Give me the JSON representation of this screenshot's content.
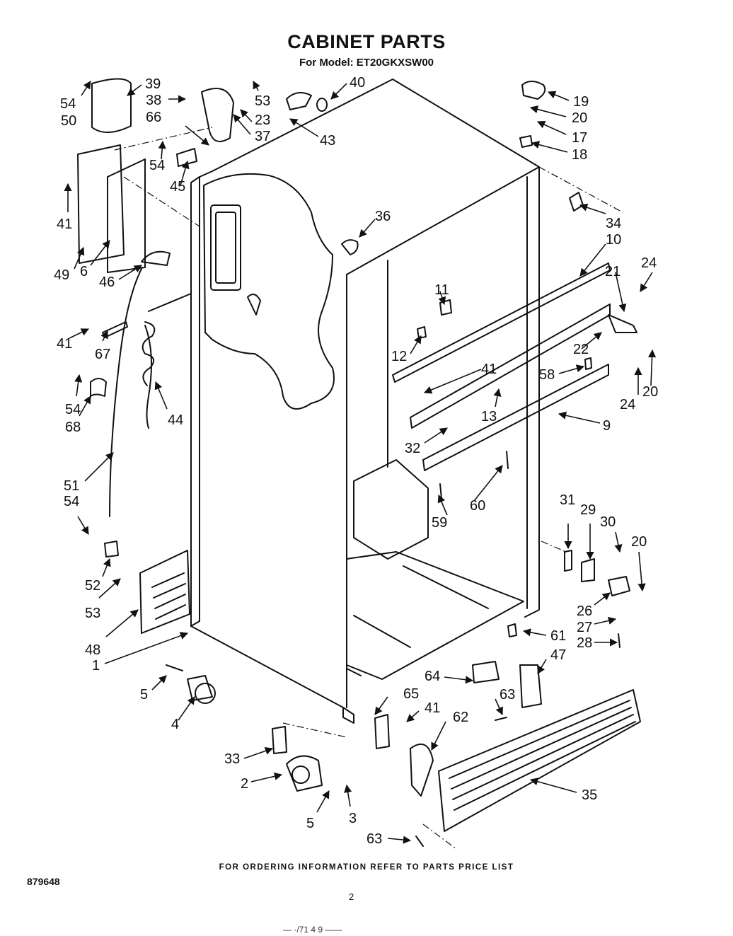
{
  "title": "CABINET PARTS",
  "subtitle": "For Model: ET20GKXSW00",
  "footer_note": "FOR ORDERING INFORMATION REFER TO PARTS PRICE LIST",
  "document_number": "879648",
  "page_number": "2",
  "scan_mark": "— ·/71 4  9  ——",
  "callouts": [
    {
      "id": "c54a",
      "label": "54"
    },
    {
      "id": "c39",
      "label": "39"
    },
    {
      "id": "c38",
      "label": "38"
    },
    {
      "id": "c40",
      "label": "40"
    },
    {
      "id": "c50",
      "label": "50"
    },
    {
      "id": "c66",
      "label": "66"
    },
    {
      "id": "c53a",
      "label": "53"
    },
    {
      "id": "c23",
      "label": "23"
    },
    {
      "id": "c37",
      "label": "37"
    },
    {
      "id": "c43",
      "label": "43"
    },
    {
      "id": "c19",
      "label": "19"
    },
    {
      "id": "c20a",
      "label": "20"
    },
    {
      "id": "c17",
      "label": "17"
    },
    {
      "id": "c18",
      "label": "18"
    },
    {
      "id": "c54b",
      "label": "54"
    },
    {
      "id": "c45",
      "label": "45"
    },
    {
      "id": "c41a",
      "label": "41"
    },
    {
      "id": "c34",
      "label": "34"
    },
    {
      "id": "c36",
      "label": "36"
    },
    {
      "id": "c10",
      "label": "10"
    },
    {
      "id": "c49",
      "label": "49"
    },
    {
      "id": "c6",
      "label": "6"
    },
    {
      "id": "c46",
      "label": "46"
    },
    {
      "id": "c21",
      "label": "21"
    },
    {
      "id": "c24a",
      "label": "24"
    },
    {
      "id": "c11",
      "label": "11"
    },
    {
      "id": "c41b",
      "label": "41"
    },
    {
      "id": "c67",
      "label": "67"
    },
    {
      "id": "c12",
      "label": "12"
    },
    {
      "id": "c22",
      "label": "22"
    },
    {
      "id": "c41c",
      "label": "41"
    },
    {
      "id": "c58",
      "label": "58"
    },
    {
      "id": "c24b",
      "label": "24"
    },
    {
      "id": "c20b",
      "label": "20"
    },
    {
      "id": "c54c",
      "label": "54"
    },
    {
      "id": "c68",
      "label": "68"
    },
    {
      "id": "c44",
      "label": "44"
    },
    {
      "id": "c13",
      "label": "13"
    },
    {
      "id": "c9",
      "label": "9"
    },
    {
      "id": "c32",
      "label": "32"
    },
    {
      "id": "c51",
      "label": "51"
    },
    {
      "id": "c54d",
      "label": "54"
    },
    {
      "id": "c60",
      "label": "60"
    },
    {
      "id": "c59",
      "label": "59"
    },
    {
      "id": "c31",
      "label": "31"
    },
    {
      "id": "c29",
      "label": "29"
    },
    {
      "id": "c30",
      "label": "30"
    },
    {
      "id": "c20c",
      "label": "20"
    },
    {
      "id": "c52",
      "label": "52"
    },
    {
      "id": "c53b",
      "label": "53"
    },
    {
      "id": "c26",
      "label": "26"
    },
    {
      "id": "c27",
      "label": "27"
    },
    {
      "id": "c48",
      "label": "48"
    },
    {
      "id": "c61",
      "label": "61"
    },
    {
      "id": "c28",
      "label": "28"
    },
    {
      "id": "c1",
      "label": "1"
    },
    {
      "id": "c47",
      "label": "47"
    },
    {
      "id": "c64",
      "label": "64"
    },
    {
      "id": "c5a",
      "label": "5"
    },
    {
      "id": "c65",
      "label": "65"
    },
    {
      "id": "c63a",
      "label": "63"
    },
    {
      "id": "c41d",
      "label": "41"
    },
    {
      "id": "c4",
      "label": "4"
    },
    {
      "id": "c62",
      "label": "62"
    },
    {
      "id": "c33",
      "label": "33"
    },
    {
      "id": "c35",
      "label": "35"
    },
    {
      "id": "c2",
      "label": "2"
    },
    {
      "id": "c3",
      "label": "3"
    },
    {
      "id": "c5b",
      "label": "5"
    },
    {
      "id": "c63b",
      "label": "63"
    }
  ]
}
